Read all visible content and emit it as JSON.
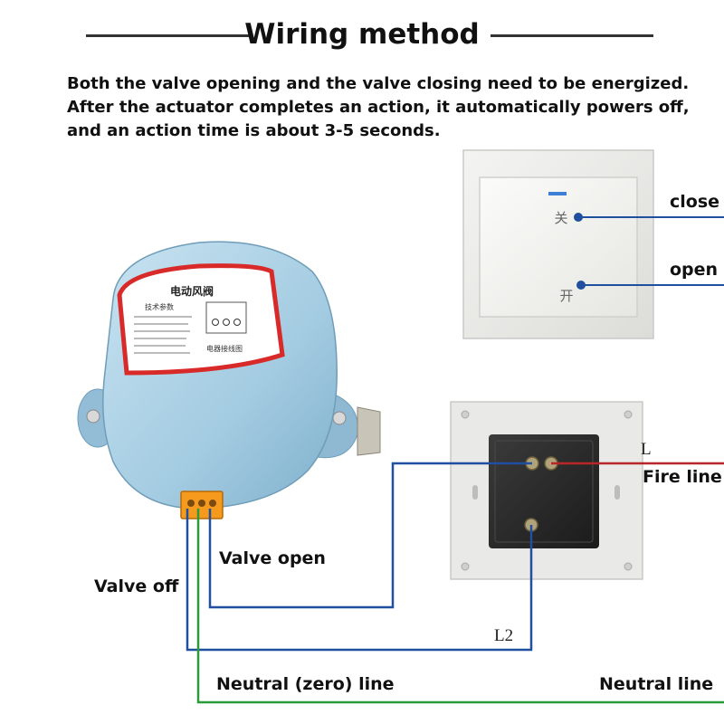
{
  "title": "Wiring method",
  "description": [
    "Both the valve opening and the valve closing need to be energized.",
    "After the actuator completes an action, it automatically powers off,",
    "and an action time is about 3-5 seconds."
  ],
  "switch_panel": {
    "close_char": "关",
    "open_char": "开"
  },
  "actuator": {
    "label_title": "电动风阀",
    "label_subtitle": "技术参数",
    "label_wiring": "电器接线图"
  },
  "labels": {
    "close": "close",
    "open": "open",
    "l": "L",
    "fire_line": "Fire line",
    "valve_open": "Valve open",
    "valve_off": "Valve off",
    "l2": "L2",
    "neutral_zero_line": "Neutral (zero) line",
    "neutral_line": "Neutral line"
  },
  "colors": {
    "blue_wire": "#1f4f9e",
    "green_wire": "#2a9a3a",
    "red_wire": "#b8262a",
    "actuator_body": "#a9cfe4",
    "terminal": "#f59a1d"
  }
}
